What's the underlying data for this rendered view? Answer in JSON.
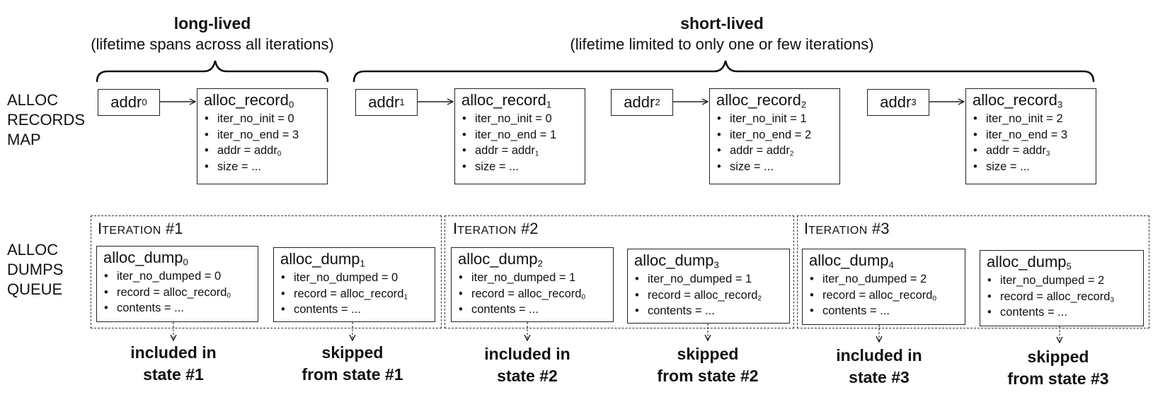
{
  "groups": {
    "long_lived": {
      "title": "long-lived",
      "subtitle": "(lifetime spans across all iterations)"
    },
    "short_lived": {
      "title": "short-lived",
      "subtitle": "(lifetime limited to only one or few iterations)"
    }
  },
  "side_labels": {
    "records_map": [
      "ALLOC",
      "RECORDS",
      "MAP"
    ],
    "dumps_queue": [
      "ALLOC",
      "DUMPS",
      "QUEUE"
    ]
  },
  "records": [
    {
      "addr": "addr",
      "addr_sub": "0",
      "title": "alloc_record",
      "title_sub": "0",
      "fields": {
        "iter_no_init": "iter_no_init = 0",
        "iter_no_end": "iter_no_end = 3",
        "addr_label": "addr = addr",
        "addr_sub": "0",
        "size": "size = ..."
      }
    },
    {
      "addr": "addr",
      "addr_sub": "1",
      "title": "alloc_record",
      "title_sub": "1",
      "fields": {
        "iter_no_init": "iter_no_init = 0",
        "iter_no_end": "iter_no_end = 1",
        "addr_label": "addr = addr",
        "addr_sub": "1",
        "size": "size = ..."
      }
    },
    {
      "addr": "addr",
      "addr_sub": "2",
      "title": "alloc_record",
      "title_sub": "2",
      "fields": {
        "iter_no_init": "iter_no_init = 1",
        "iter_no_end": "iter_no_end = 2",
        "addr_label": "addr = addr",
        "addr_sub": "2",
        "size": "size = ..."
      }
    },
    {
      "addr": "addr",
      "addr_sub": "3",
      "title": "alloc_record",
      "title_sub": "3",
      "fields": {
        "iter_no_init": "iter_no_init = 2",
        "iter_no_end": "iter_no_end = 3",
        "addr_label": "addr = addr",
        "addr_sub": "3",
        "size": "size = ..."
      }
    }
  ],
  "iterations": [
    {
      "title_first": "I",
      "title_rest": "TERATION",
      "title_num": "#1"
    },
    {
      "title_first": "I",
      "title_rest": "TERATION",
      "title_num": "#2"
    },
    {
      "title_first": "I",
      "title_rest": "TERATION",
      "title_num": "#3"
    }
  ],
  "dumps": [
    {
      "title": "alloc_dump",
      "title_sub": "0",
      "iter": "iter_no_dumped = 0",
      "record": "record = alloc_record",
      "record_sub": "0",
      "contents": "contents = ...",
      "result": [
        "included in",
        "state #1"
      ]
    },
    {
      "title": "alloc_dump",
      "title_sub": "1",
      "iter": "iter_no_dumped = 0",
      "record": "record = alloc_record",
      "record_sub": "1",
      "contents": "contents = ...",
      "result": [
        "skipped",
        "from state #1"
      ]
    },
    {
      "title": "alloc_dump",
      "title_sub": "2",
      "iter": "iter_no_dumped = 1",
      "record": "record = alloc_record",
      "record_sub": "0",
      "contents": "contents = ...",
      "result": [
        "included in",
        "state #2"
      ]
    },
    {
      "title": "alloc_dump",
      "title_sub": "3",
      "iter": "iter_no_dumped = 1",
      "record": "record = alloc_record",
      "record_sub": "2",
      "contents": "contents = ...",
      "result": [
        "skipped",
        "from state #2"
      ]
    },
    {
      "title": "alloc_dump",
      "title_sub": "4",
      "iter": "iter_no_dumped = 2",
      "record": "record = alloc_record",
      "record_sub": "0",
      "contents": "contents = ...",
      "result": [
        "included in",
        "state #3"
      ]
    },
    {
      "title": "alloc_dump",
      "title_sub": "5",
      "iter": "iter_no_dumped = 2",
      "record": "record = alloc_record",
      "record_sub": "3",
      "contents": "contents = ...",
      "result": [
        "skipped",
        "from state #3"
      ]
    }
  ]
}
